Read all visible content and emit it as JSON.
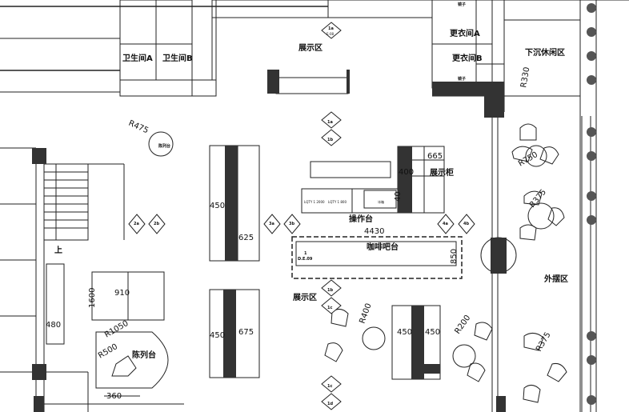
{
  "rooms": {
    "wc_a": "卫生间A",
    "wc_b": "卫生间B",
    "display_top": "展示区",
    "changing_a": "更衣间A",
    "changing_b": "更衣间B",
    "lounge": "下沉休闲区",
    "display_cabinet": "展示柜",
    "work_counter": "操作台",
    "coffee_bar": "咖啡吧台",
    "display_mid": "展示区",
    "outdoor": "外摆区",
    "showcase": "陈列台",
    "stair_up": "上",
    "mirror": "镜子",
    "mirror2": "镜子",
    "round_table": "陈列台"
  },
  "dimensions": {
    "d475": "R475",
    "d665": "665",
    "d400": "400",
    "d450a": "450",
    "d625": "625",
    "d675": "675",
    "d450b": "450",
    "d4430": "4430",
    "d850": "850",
    "d910": "910",
    "d1600": "1600",
    "d480": "480",
    "d1050": "R1050",
    "d500": "R500",
    "d360": "360",
    "d400r": "R400",
    "d450c": "450",
    "d450d": "450",
    "d200": "R200",
    "d375a": "R375",
    "d375b": "R375",
    "d750": "R750",
    "d330": "R330",
    "d40": "40"
  },
  "tags": {
    "t1a": "1a",
    "t1b": "1b",
    "t1c": "1c",
    "t1d": "1d",
    "t2a": "2a",
    "t2b": "2b",
    "t3a": "3a",
    "t3b": "3b",
    "t4a": "4a",
    "t4b": "4b",
    "t1": "1",
    "ref": "E-08",
    "deo": "D.E.09"
  },
  "annotations": {
    "a1": "LQTY 1 2000",
    "a2": "LQTY 1 800",
    "a3": "冰箱"
  }
}
